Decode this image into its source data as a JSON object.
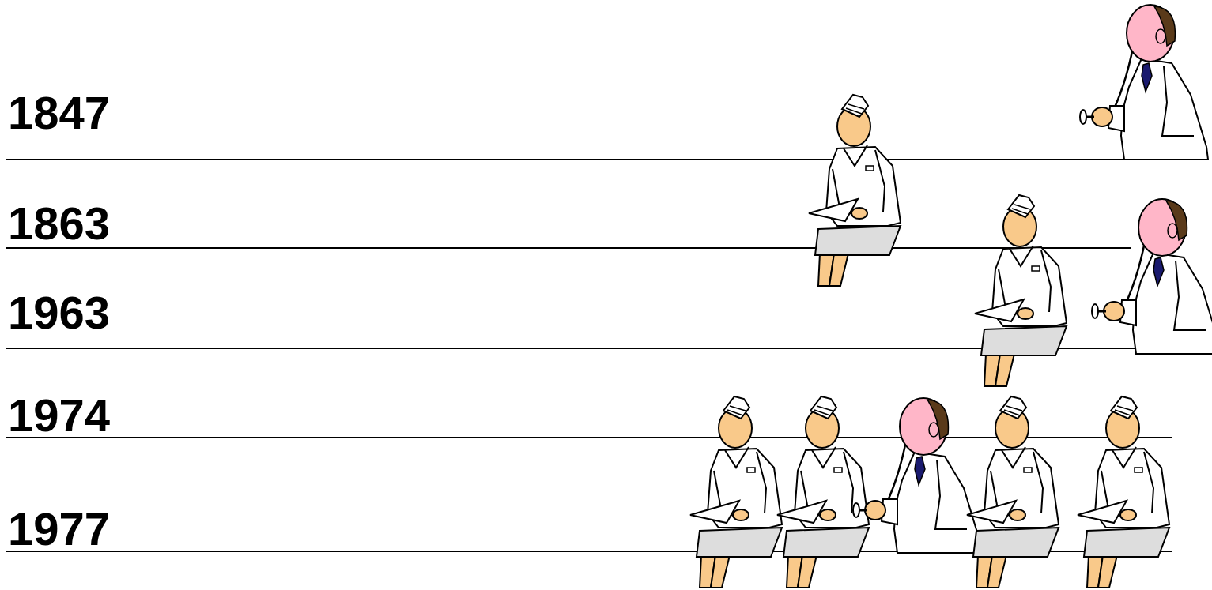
{
  "diagram": {
    "labels": [
      "1847",
      "1863",
      "1963",
      "1974",
      "1977"
    ]
  }
}
